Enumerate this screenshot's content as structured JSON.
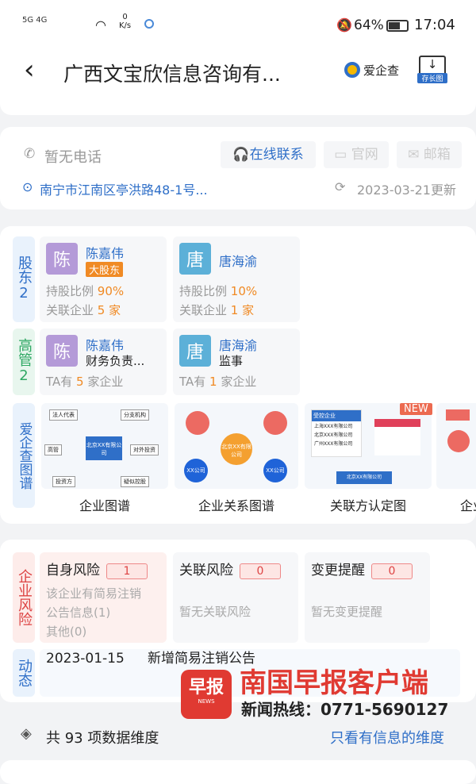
{
  "status_bar": {
    "network": "5G 4G",
    "speed": "0\nK/s",
    "speed_value": "0",
    "speed_unit": "K/s",
    "battery": "64%",
    "time": "17:04"
  },
  "header": {
    "title": "广西文宝欣信息咨询有...",
    "brand": "爱企查",
    "save_label": "存长图"
  },
  "contact": {
    "phone": "暂无电话",
    "online": "在线联系",
    "website": "官网",
    "email": "邮箱",
    "address": "南宁市江南区亭洪路48-1号...",
    "updated": "2023-03-21更新"
  },
  "shareholders": {
    "label": "股东",
    "count": "2",
    "items": [
      {
        "avatar": "陈",
        "name": "陈嘉伟",
        "tag": "大股东",
        "ratio_label": "持股比例",
        "ratio": "90%",
        "rel_label": "关联企业",
        "rel_count": "5",
        "rel_unit": "家"
      },
      {
        "avatar": "唐",
        "name": "唐海渝",
        "ratio_label": "持股比例",
        "ratio": "10%",
        "rel_label": "关联企业",
        "rel_count": "1",
        "rel_unit": "家"
      }
    ]
  },
  "executives": {
    "label": "高管",
    "count": "2",
    "items": [
      {
        "avatar": "陈",
        "name": "陈嘉伟",
        "role": "财务负责...",
        "ta_prefix": "TA有",
        "count": "5",
        "ta_suffix": "家企业"
      },
      {
        "avatar": "唐",
        "name": "唐海渝",
        "role": "监事",
        "ta_prefix": "TA有",
        "count": "1",
        "ta_suffix": "家企业"
      }
    ]
  },
  "graphs": {
    "label": "爱企查图谱",
    "items": [
      {
        "label": "企业图谱",
        "nodes": [
          "法人代表",
          "分支机构",
          "高管",
          "对外投资",
          "投资方",
          "疑似控股"
        ],
        "center": "北京XX有限公司"
      },
      {
        "label": "企业关系图谱",
        "center": "北京XX有限公司",
        "nodes": [
          "XX公司",
          "XX公司"
        ]
      },
      {
        "label": "关联方认定图",
        "badge": "NEW",
        "left_title": "受控企业",
        "rows": [
          "上海XXX有限公司",
          "北京XXX有限公司",
          "广州XXX有限公司"
        ],
        "bottom": "北京XX有限公司"
      },
      {
        "label": "企业..."
      }
    ]
  },
  "risk": {
    "label": "企业风险",
    "items": [
      {
        "title": "自身风险",
        "count": "1",
        "lines": [
          "该企业有简易注销",
          "公告信息(1)",
          "其他(0)"
        ]
      },
      {
        "title": "关联风险",
        "count": "0",
        "lines": [
          "暂无关联风险"
        ]
      },
      {
        "title": "变更提醒",
        "count": "0",
        "lines": [
          "暂无变更提醒"
        ]
      }
    ]
  },
  "dynamic": {
    "label": "动态",
    "date": "2023-01-15",
    "text": "新增简易注销公告"
  },
  "watermark": {
    "logo": "早报",
    "logo_sub": "NEWS",
    "title": "南国早报客户端",
    "hotline": "新闻热线：0771-5690127"
  },
  "footer": {
    "summary": "共 93 项数据维度",
    "filter_link": "只看有信息的维度"
  },
  "colors": {
    "accent": "#2f6fc8",
    "orange": "#f08a24",
    "risk_red": "#d44"
  }
}
